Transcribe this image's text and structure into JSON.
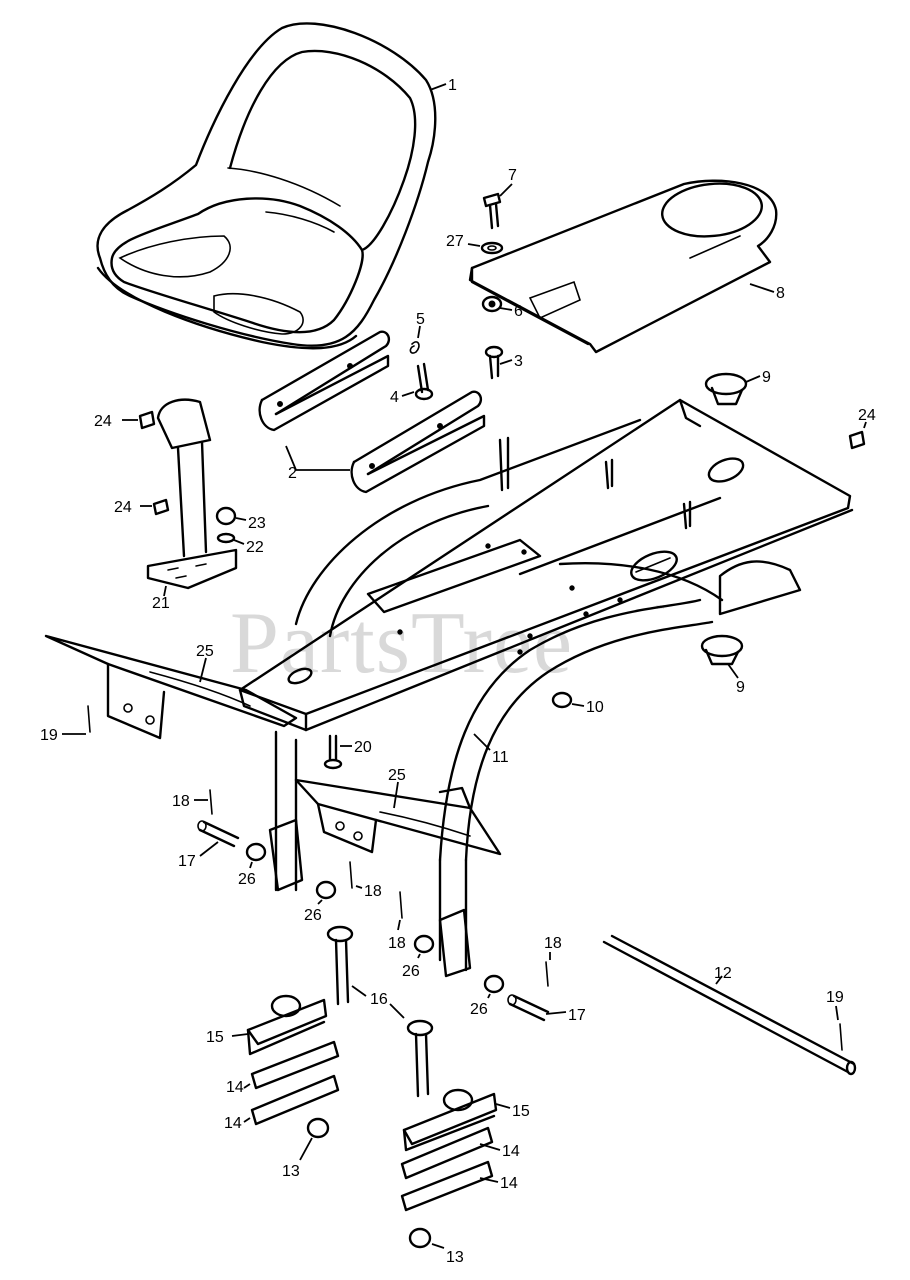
{
  "watermark": {
    "text": "PartsTree",
    "trademark": "™"
  },
  "callouts": [
    {
      "id": "c1",
      "number": "1"
    },
    {
      "id": "c2",
      "number": "2"
    },
    {
      "id": "c3",
      "number": "3"
    },
    {
      "id": "c4",
      "number": "4"
    },
    {
      "id": "c5",
      "number": "5"
    },
    {
      "id": "c6",
      "number": "6"
    },
    {
      "id": "c7",
      "number": "7"
    },
    {
      "id": "c8",
      "number": "8"
    },
    {
      "id": "c9a",
      "number": "9"
    },
    {
      "id": "c9b",
      "number": "9"
    },
    {
      "id": "c10",
      "number": "10"
    },
    {
      "id": "c11",
      "number": "11"
    },
    {
      "id": "c12",
      "number": "12"
    },
    {
      "id": "c13a",
      "number": "13"
    },
    {
      "id": "c13b",
      "number": "13"
    },
    {
      "id": "c14a",
      "number": "14"
    },
    {
      "id": "c14b",
      "number": "14"
    },
    {
      "id": "c14c",
      "number": "14"
    },
    {
      "id": "c14d",
      "number": "14"
    },
    {
      "id": "c15a",
      "number": "15"
    },
    {
      "id": "c15b",
      "number": "15"
    },
    {
      "id": "c16",
      "number": "16"
    },
    {
      "id": "c17a",
      "number": "17"
    },
    {
      "id": "c17b",
      "number": "17"
    },
    {
      "id": "c18a",
      "number": "18"
    },
    {
      "id": "c18b",
      "number": "18"
    },
    {
      "id": "c18c",
      "number": "18"
    },
    {
      "id": "c18d",
      "number": "18"
    },
    {
      "id": "c19a",
      "number": "19"
    },
    {
      "id": "c19b",
      "number": "19"
    },
    {
      "id": "c20",
      "number": "20"
    },
    {
      "id": "c21",
      "number": "21"
    },
    {
      "id": "c22",
      "number": "22"
    },
    {
      "id": "c23",
      "number": "23"
    },
    {
      "id": "c24a",
      "number": "24"
    },
    {
      "id": "c24b",
      "number": "24"
    },
    {
      "id": "c24c",
      "number": "24"
    },
    {
      "id": "c25a",
      "number": "25"
    },
    {
      "id": "c25b",
      "number": "25"
    },
    {
      "id": "c26a",
      "number": "26"
    },
    {
      "id": "c26b",
      "number": "26"
    },
    {
      "id": "c26c",
      "number": "26"
    },
    {
      "id": "c26d",
      "number": "26"
    },
    {
      "id": "c27",
      "number": "27"
    }
  ]
}
